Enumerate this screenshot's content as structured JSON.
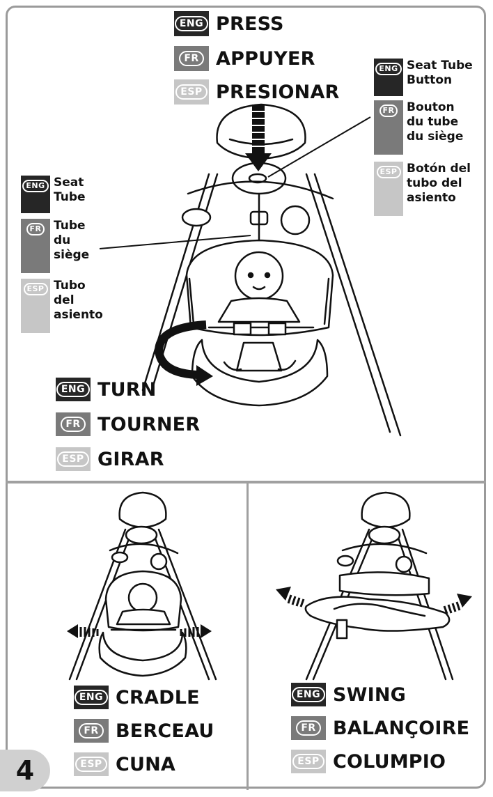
{
  "labels": {
    "eng": "ENG",
    "fr": "FR",
    "esp": "ESP"
  },
  "press": {
    "eng": "PRESS",
    "fr": "APPUYER",
    "esp": "PRESIONAR"
  },
  "seat_tube_button": {
    "eng": "Seat Tube\nButton",
    "fr": "Bouton\ndu tube\ndu siège",
    "esp": "Botón del\ntubo del\nasiento"
  },
  "seat_tube": {
    "eng": "Seat\nTube",
    "fr": "Tube\ndu\nsiège",
    "esp": "Tubo\ndel\nasiento"
  },
  "turn": {
    "eng": "TURN",
    "fr": "TOURNER",
    "esp": "GIRAR"
  },
  "cradle": {
    "eng": "CRADLE",
    "fr": "BERCEAU",
    "esp": "CUNA"
  },
  "swing": {
    "eng": "SWING",
    "fr": "BALANÇOIRE",
    "esp": "COLUMPIO"
  },
  "page_number": "4",
  "colors": {
    "eng": "#262626",
    "fr": "#7a7a7a",
    "esp": "#c6c6c6",
    "border": "#9a9a9a"
  },
  "icons": [
    "press-arrow-icon",
    "turn-arrow-icon",
    "swing-arrow-icon"
  ]
}
